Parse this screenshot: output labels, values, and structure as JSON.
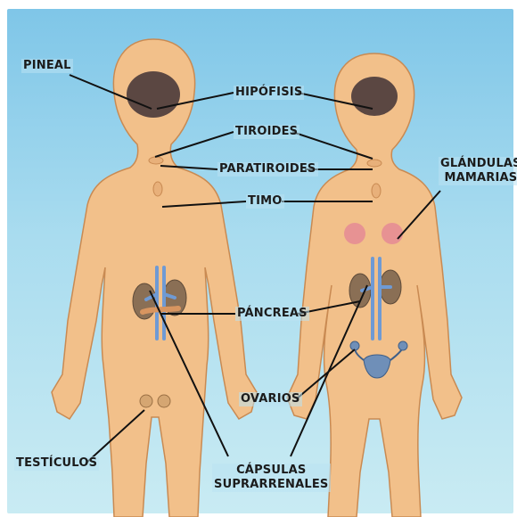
{
  "labels": {
    "pineal": "PINEAL",
    "hipofisis": "HIPÓFISIS",
    "tiroides": "TIROIDES",
    "paratiroides": "PARATIROIDES",
    "timo": "TIMO",
    "glandulas_line1": "GLÁNDULAS",
    "glandulas_line2": "MAMARIAS",
    "pancreas": "PÁNCREAS",
    "ovarios": "OVARIOS",
    "testiculos": "TESTÍCULOS",
    "capsulas_line1": "CÁPSULAS",
    "capsulas_line2": "SUPRARRENALES"
  },
  "colors": {
    "background_top": "#7fc6e8",
    "background_bottom": "#c9ebf3",
    "skin": "#f2c08a",
    "skin_outline": "#c98a52",
    "brain": "#4a3a3a",
    "mammary": "#e58a94",
    "kidney": "#8a6f55",
    "vessel": "#6f9ad4",
    "ovary": "#6f8fb8",
    "leader_line": "#111111"
  }
}
